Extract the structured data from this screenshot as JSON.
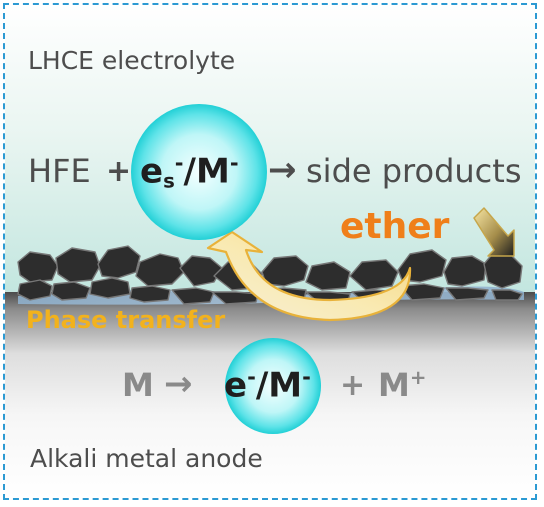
{
  "top_region": {
    "label": "LHCE electrolyte"
  },
  "equation_top": {
    "lhs": "HFE",
    "plus": "+",
    "bubble": {
      "base": "e",
      "sub": "s",
      "sup1": "-",
      "slash": "/M",
      "sup2": "-"
    },
    "arrow": "→",
    "rhs": "side products"
  },
  "ether_label": "ether",
  "phase_label": "Phase transfer",
  "equation_bottom": {
    "lhs": "M",
    "arrow": "→",
    "bubble": {
      "base": "e",
      "sup1": "-",
      "slash": "/M",
      "sup2": "-"
    },
    "plus": "+",
    "rhs": "M",
    "rhs_sup": "+"
  },
  "bottom_region": {
    "label": "Alkali metal anode"
  },
  "colors": {
    "frame": "#2c9ad3",
    "text_gray": "#4d4d4d",
    "ether": "#ef7f1a",
    "phase": "#f2b21d",
    "bubble_core": "#f2ffff",
    "bubble_edge": "#22d6dc",
    "sei_rock": "#2d2d2d"
  }
}
